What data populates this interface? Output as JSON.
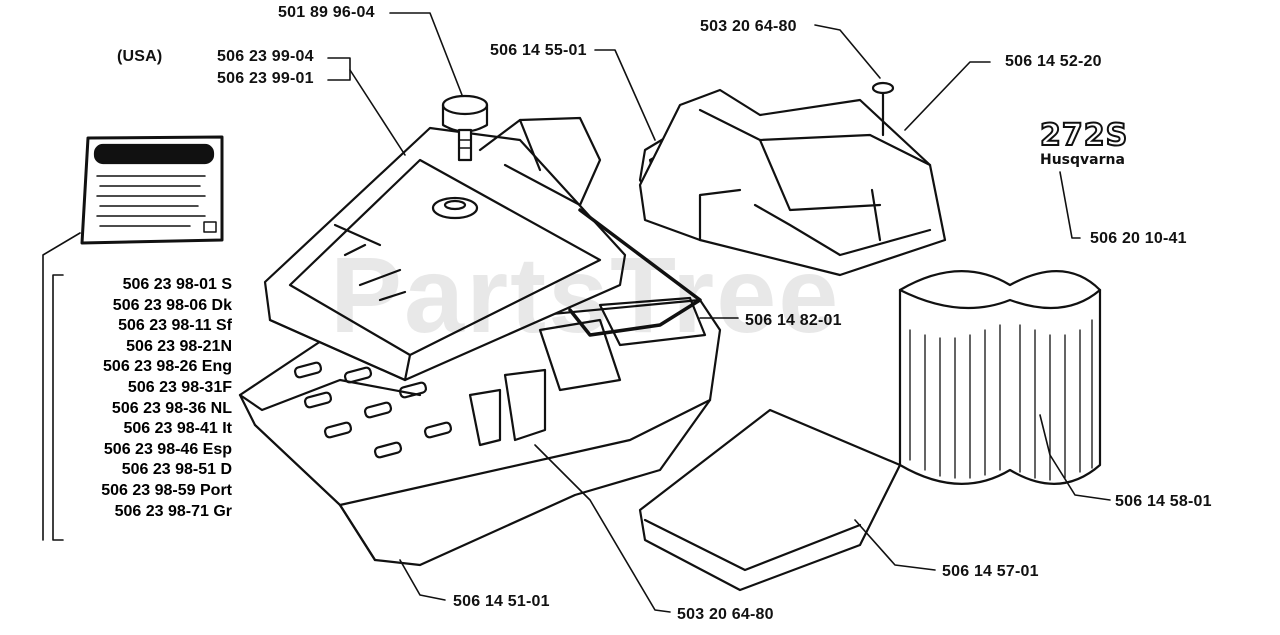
{
  "region_note": "(USA)",
  "watermark": "PartsTree",
  "decal": {
    "model": "272S",
    "brand": "Husqvarna"
  },
  "parts": {
    "fuel_cap": "501 89 96-04",
    "cover_a": "506 23 99-04",
    "cover_b": "506 23 99-01",
    "gasket_top": "506 14 55-01",
    "screw_top": "503 20 64-80",
    "filter_housing": "506 14 52-20",
    "decal_part": "506 20 10-41",
    "seal": "506 14 82-01",
    "air_filter": "506 14 58-01",
    "pre_filter": "506 14 57-01",
    "base": "506 14 51-01",
    "screw_bottom": "503 20 64-80"
  },
  "language_labels": [
    "506 23 98-01 S",
    "506 23 98-06 Dk",
    "506 23 98-11 Sf",
    "506 23 98-21N",
    "506 23 98-26 Eng",
    "506 23 98-31F",
    "506 23 98-36 NL",
    "506 23 98-41 It",
    "506 23 98-46 Esp",
    "506 23 98-51 D",
    "506 23 98-59 Port",
    "506 23 98-71 Gr"
  ]
}
